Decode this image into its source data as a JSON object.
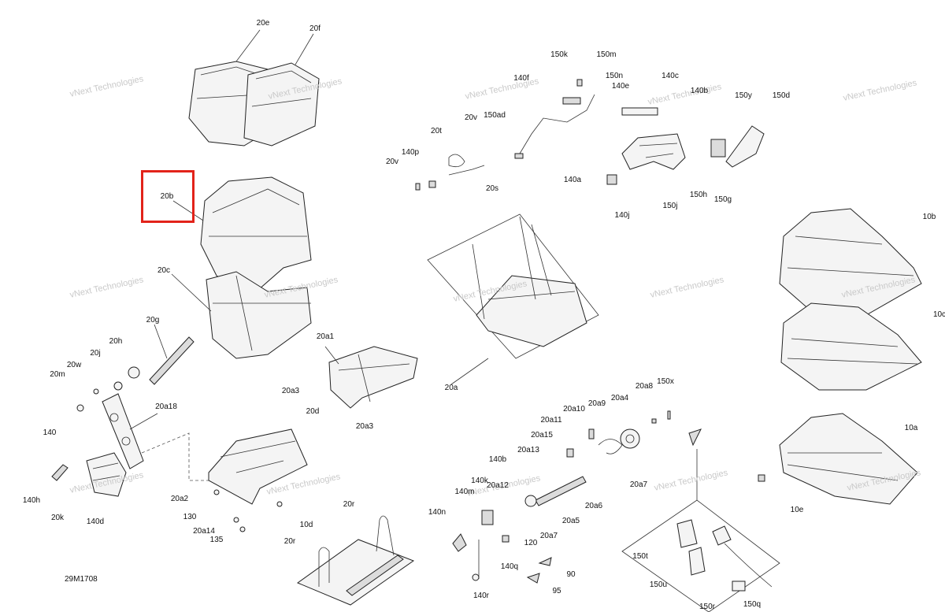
{
  "diagram": {
    "code": "29M1708",
    "highlighted_part": "20b",
    "watermark": "vNext Technologies",
    "labels": {
      "p20e": "20e",
      "p20f": "20f",
      "p20b": "20b",
      "p20c": "20c",
      "p20g": "20g",
      "p20h": "20h",
      "p20j": "20j",
      "p20w": "20w",
      "p20m": "20m",
      "p20a18": "20a18",
      "p140": "140",
      "p140h": "140h",
      "p20k": "20k",
      "p140d": "140d",
      "p20a2": "20a2",
      "p130": "130",
      "p20a14": "20a14",
      "p135": "135",
      "p10d": "10d",
      "p20r_a": "20r",
      "p20r_b": "20r",
      "p20a1": "20a1",
      "p20a3_a": "20a3",
      "p20d": "20d",
      "p20a3_b": "20a3",
      "p20a": "20a",
      "p140p": "140p",
      "p20v_a": "20v",
      "p20t": "20t",
      "p20v_b": "20v",
      "p20s": "20s",
      "p150ad": "150ad",
      "p140f": "140f",
      "p150k": "150k",
      "p150m": "150m",
      "p150n": "150n",
      "p140e": "140e",
      "p140c": "140c",
      "p140b_a": "140b",
      "p150y": "150y",
      "p150d": "150d",
      "p140a": "140a",
      "p140j": "140j",
      "p150j": "150j",
      "p150h": "150h",
      "p150g": "150g",
      "p10b": "10b",
      "p10c": "10c",
      "p10a": "10a",
      "p10e": "10e",
      "p20a10": "20a10",
      "p20a9": "20a9",
      "p20a4": "20a4",
      "p20a8": "20a8",
      "p150x": "150x",
      "p20a11": "20a11",
      "p20a15": "20a15",
      "p20a13": "20a13",
      "p20a7_a": "20a7",
      "p140b_b": "140b",
      "p140k": "140k",
      "p20a6": "20a6",
      "p140m": "140m",
      "p20a12": "20a12",
      "p140n": "140n",
      "p20a5": "20a5",
      "p20a7_b": "20a7",
      "p120": "120",
      "p140q": "140q",
      "p90": "90",
      "p140r": "140r",
      "p95": "95",
      "p150t": "150t",
      "p150u": "150u",
      "p150r": "150r",
      "p150q": "150q"
    }
  }
}
